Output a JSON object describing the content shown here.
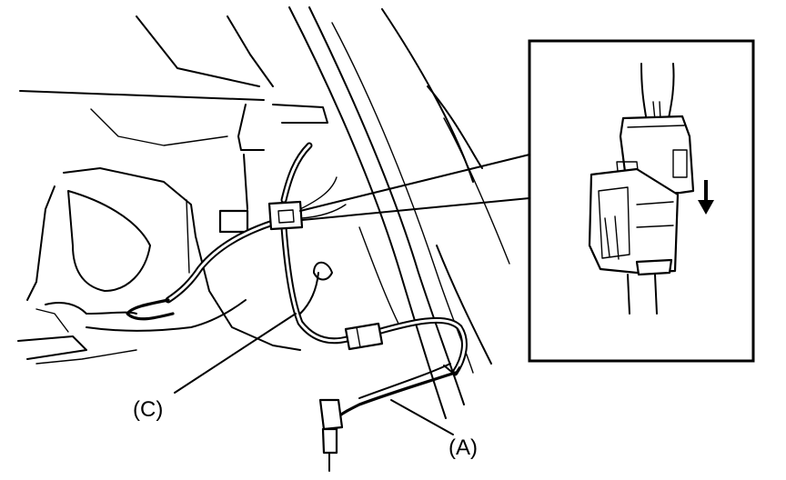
{
  "labels": {
    "a": "(A)",
    "c": "(C)"
  },
  "inset": {
    "arrow_direction": "down"
  }
}
